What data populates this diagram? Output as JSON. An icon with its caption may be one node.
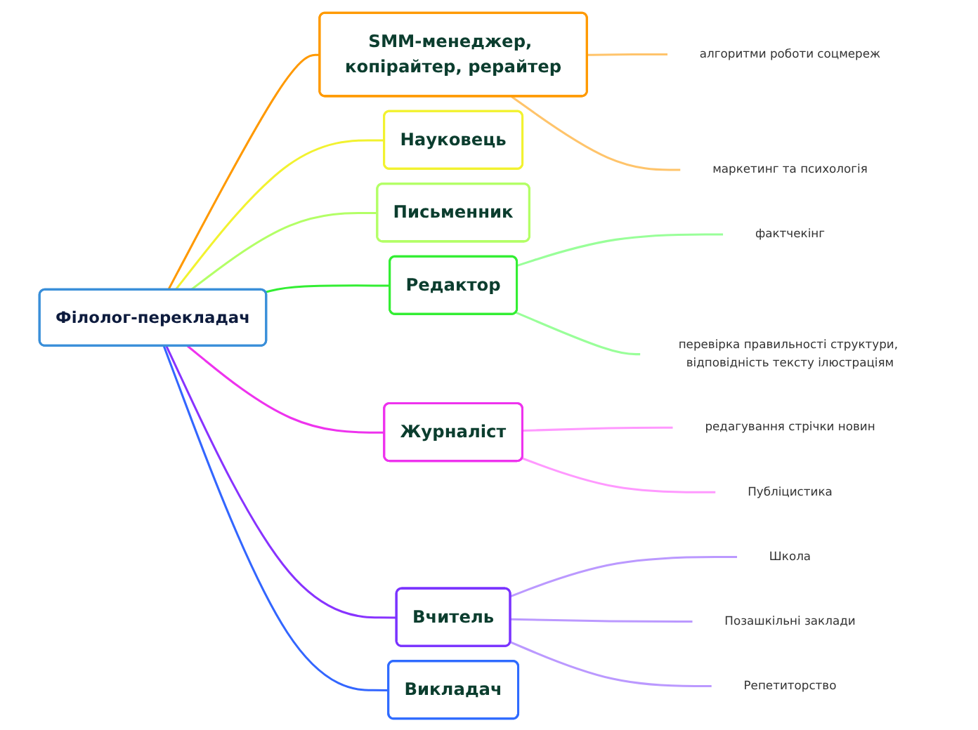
{
  "diagram": {
    "nodes": [
      {
        "text": [
          "Філолог-перекладач"
        ]
      },
      {
        "text": [
          "SMM-менеджер, копірайтер, рерайтер"
        ]
      },
      {
        "text": [
          "алгоритми роботи соцмереж"
        ]
      },
      {
        "text": [
          "маркетинг та психологія"
        ]
      },
      {
        "text": [
          "Науковець"
        ]
      },
      {
        "text": [
          "Письменник"
        ]
      },
      {
        "text": [
          "Редактор"
        ]
      },
      {
        "text": [
          "фактчекінг"
        ]
      },
      {
        "text": [
          "перевірка правильності структури, відповідність тексту ілюстраціям"
        ]
      },
      {
        "text": [
          "Журналіст"
        ]
      },
      {
        "text": [
          "редагування стрічки новин"
        ]
      },
      {
        "text": [
          "Публіцистика"
        ]
      },
      {
        "text": [
          "Вчитель"
        ]
      },
      {
        "text": [
          "Школа"
        ]
      },
      {
        "text": [
          "Позашкільні заклади"
        ]
      },
      {
        "text": [
          "Репетиторство"
        ]
      },
      {
        "text": [
          "Викладач"
        ]
      }
    ],
    "edges": [
      {
        "from": 0,
        "to": 1,
        "arrow": "none",
        "color": "#ff9900"
      },
      {
        "from": 1,
        "to": 2,
        "arrow": "none",
        "color": "#ffc46b"
      },
      {
        "from": 1,
        "to": 3,
        "arrow": "none",
        "color": "#ffc46b"
      },
      {
        "from": 0,
        "to": 4,
        "arrow": "none",
        "color": "#f2f230"
      },
      {
        "from": 0,
        "to": 5,
        "arrow": "none",
        "color": "#b3ff66"
      },
      {
        "from": 0,
        "to": 6,
        "arrow": "none",
        "color": "#33ee33"
      },
      {
        "from": 6,
        "to": 7,
        "arrow": "none",
        "color": "#99ff99"
      },
      {
        "from": 6,
        "to": 8,
        "arrow": "none",
        "color": "#99ff99"
      },
      {
        "from": 0,
        "to": 9,
        "arrow": "none",
        "color": "#ee33ee"
      },
      {
        "from": 9,
        "to": 10,
        "arrow": "none",
        "color": "#ff99ff"
      },
      {
        "from": 9,
        "to": 11,
        "arrow": "none",
        "color": "#ff99ff"
      },
      {
        "from": 0,
        "to": 12,
        "arrow": "none",
        "color": "#8833ff"
      },
      {
        "from": 12,
        "to": 13,
        "arrow": "none",
        "color": "#bb99ff"
      },
      {
        "from": 12,
        "to": 14,
        "arrow": "none",
        "color": "#bb99ff"
      },
      {
        "from": 12,
        "to": 15,
        "arrow": "none",
        "color": "#bb99ff"
      },
      {
        "from": 0,
        "to": 16,
        "arrow": "none",
        "color": "#3366ff"
      }
    ]
  }
}
